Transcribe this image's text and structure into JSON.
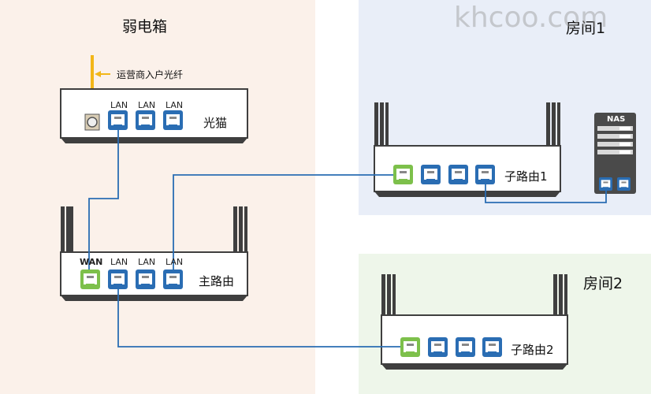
{
  "watermark": "khcoo.com",
  "zones": {
    "box": {
      "title": "弱电箱",
      "color": "#fbf1ea"
    },
    "room1": {
      "title": "房间1",
      "color": "#e9eef8"
    },
    "room2": {
      "title": "房间2",
      "color": "#eef6ea"
    }
  },
  "fiber_label": "运营商入户光纤",
  "modem": {
    "label": "光猫",
    "ports": [
      "LAN",
      "LAN",
      "LAN"
    ]
  },
  "main_router": {
    "label": "主路由",
    "ports": [
      "WAN",
      "LAN",
      "LAN",
      "LAN"
    ]
  },
  "sub_router_1": {
    "label": "子路由1"
  },
  "sub_router_2": {
    "label": "子路由2"
  },
  "nas": {
    "label": "NAS"
  },
  "colors": {
    "blue_port": "#2a6db3",
    "green_port": "#7dc04b",
    "cable": "#2a6db3",
    "fiber": "#f2b618",
    "device": "#3f3f3f"
  }
}
